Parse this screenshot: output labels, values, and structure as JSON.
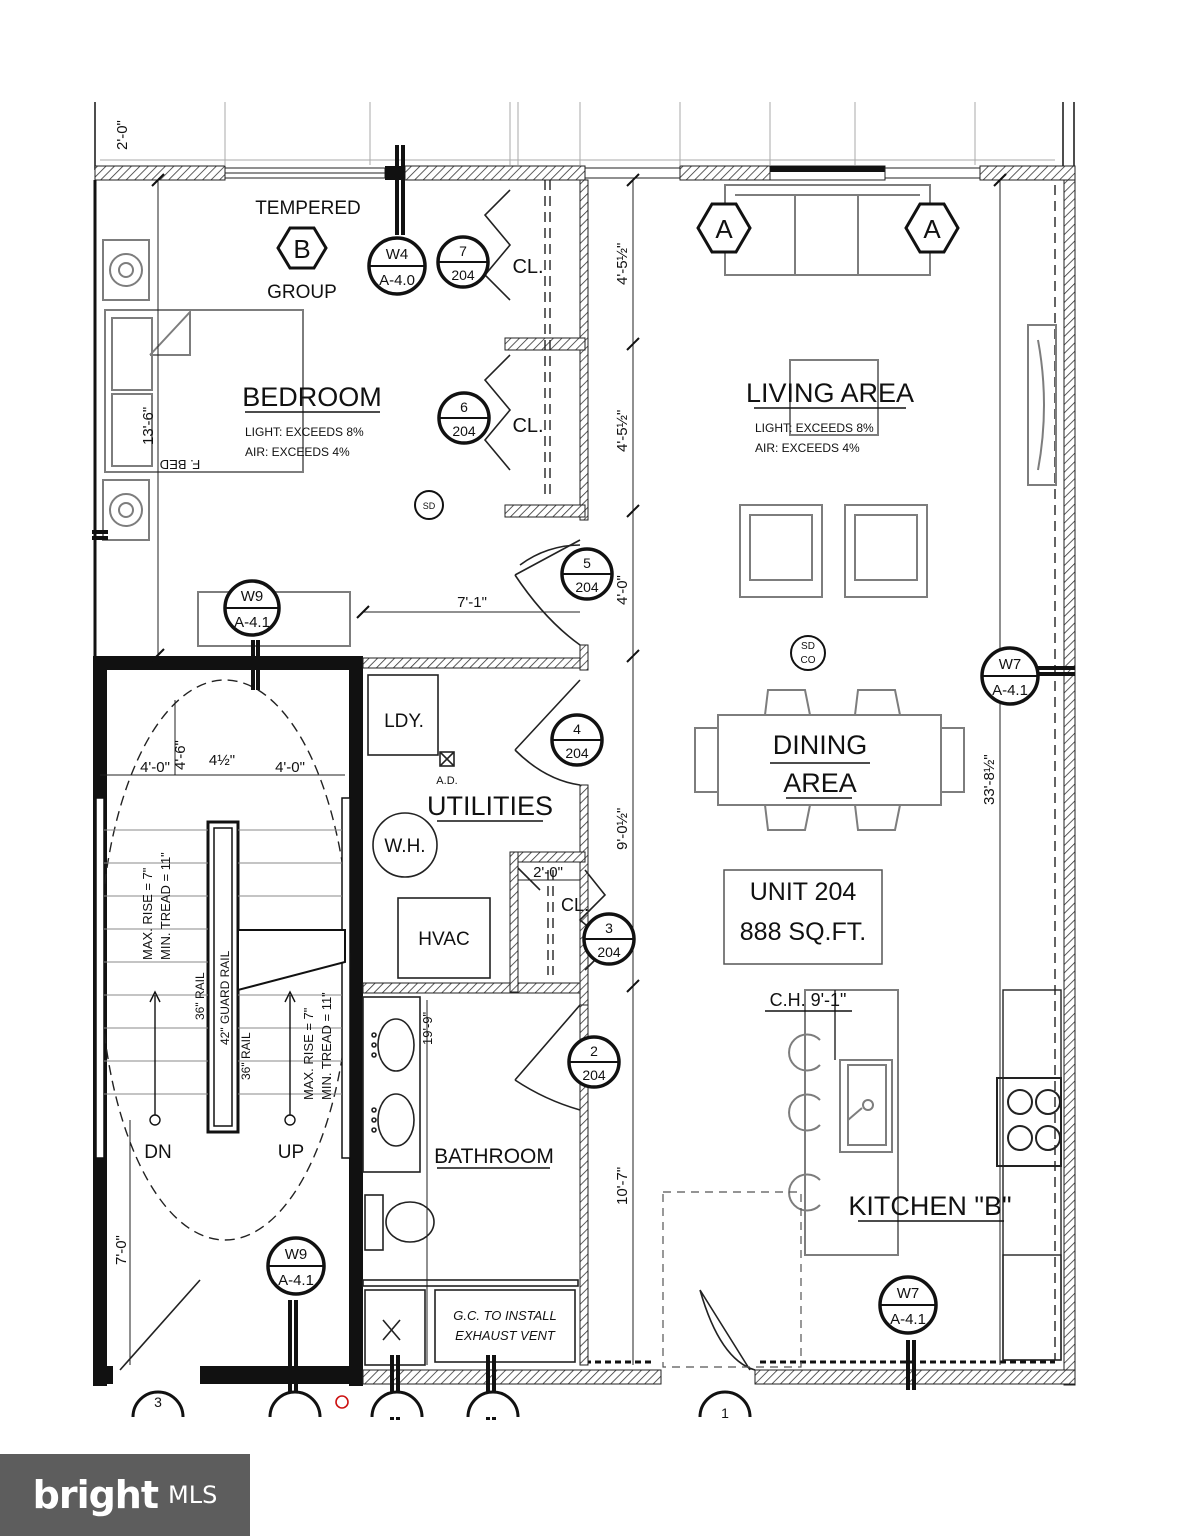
{
  "rooms": {
    "bedroom": "BEDROOM",
    "living_area": "LIVING AREA",
    "dining_area_1": "DINING",
    "dining_area_2": "AREA",
    "utilities": "UTILITIES",
    "bathroom": "BATHROOM",
    "kitchen": "KITCHEN \"B\"",
    "closet": "CL.",
    "laundry": "LDY.",
    "water_heater": "W.H.",
    "hvac": "HVAC"
  },
  "notes": {
    "bedroom_light": "LIGHT: EXCEEDS 8%",
    "bedroom_air": "AIR: EXCEEDS 4%",
    "living_light": "LIGHT: EXCEEDS 8%",
    "living_air": "AIR: EXCEEDS 4%",
    "tempered": "TEMPERED",
    "group": "GROUP",
    "ad": "A.D.",
    "exhaust_1": "G.C. TO INSTALL",
    "exhaust_2": "EXHAUST VENT",
    "ceiling_height": "C.H. 9'-1\"",
    "bed": "F. BED",
    "smoke_detector": "SD",
    "co_1": "SD",
    "co_2": "CO",
    "down": "DN",
    "up": "UP",
    "rise_left": "MAX. RISE = 7\"",
    "tread_left": "MIN. TREAD = 11\"",
    "rise_right": "MAX. RISE = 7\"",
    "tread_right": "MIN. TREAD = 11\"",
    "rail_36_left": "36\" RAIL",
    "guard_rail": "42\" GUARD RAIL",
    "rail_36_right": "36\" RAIL"
  },
  "unit": {
    "name": "UNIT 204",
    "area": "888 SQ.FT."
  },
  "dimensions": {
    "top_2_0": "2'-0\"",
    "bed_13_6": "13'-6\"",
    "cl_4_5a": "4'-5½\"",
    "cl_4_5b": "4'-5½\"",
    "door_4_0": "4'-0\"",
    "util_9_0": "9'-0½\"",
    "bath_10_7": "10'-7\"",
    "overall_33_8": "33'-8½\"",
    "hall_7_1": "7'-1\"",
    "stair_4_0_left": "4'-0\"",
    "stair_4_6": "4'-6\"",
    "stair_4_half": "4½\"",
    "stair_4_0_right": "4'-0\"",
    "stair_7_0": "7'-0\"",
    "closet_2_0": "2'-0\"",
    "bath_19_9": "19'-9\""
  },
  "hex_tags": {
    "a_left": "A",
    "a_right": "A",
    "b": "B"
  },
  "bubbles": [
    {
      "top": "W4",
      "bottom": "A-4.0"
    },
    {
      "top": "7",
      "bottom": "204"
    },
    {
      "top": "6",
      "bottom": "204"
    },
    {
      "top": "5",
      "bottom": "204"
    },
    {
      "top": "W9",
      "bottom": "A-4.1"
    },
    {
      "top": "W7",
      "bottom": "A-4.1"
    },
    {
      "top": "4",
      "bottom": "204"
    },
    {
      "top": "3",
      "bottom": "204"
    },
    {
      "top": "2",
      "bottom": "204"
    },
    {
      "top": "W9",
      "bottom": "A-4.1"
    },
    {
      "top": "W7",
      "bottom": "A-4.1"
    }
  ],
  "cut_bubbles": {
    "left": "3",
    "right": "1"
  },
  "brand": {
    "name": "bright",
    "suffix": "MLS",
    "color": "#5d5d5d"
  }
}
